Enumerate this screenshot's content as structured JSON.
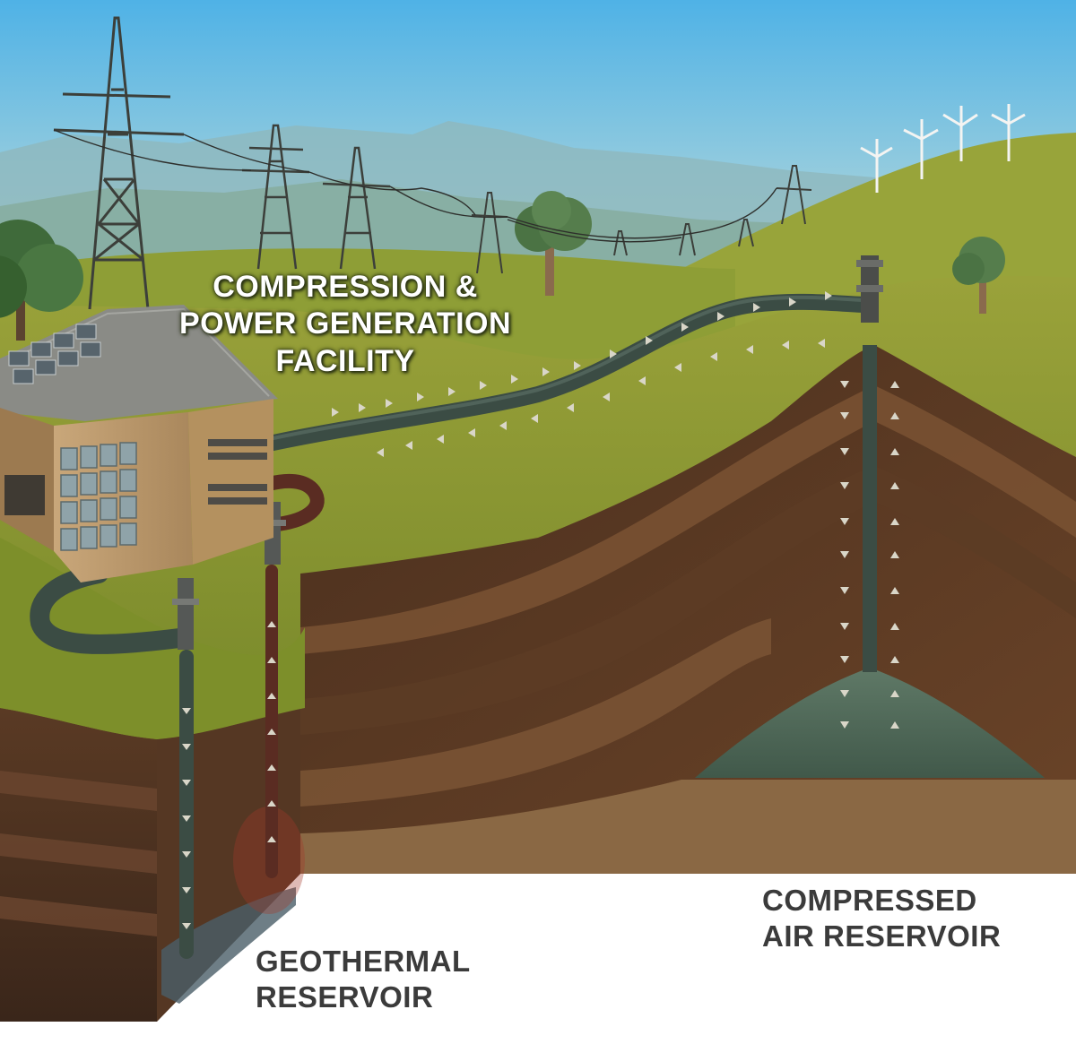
{
  "labels": {
    "facility": [
      "COMPRESSION &",
      "POWER GENERATION",
      "FACILITY"
    ],
    "geothermal": [
      "GEOTHERMAL",
      "RESERVOIR"
    ],
    "compressed_air": [
      "COMPRESSED",
      "AIR RESERVOIR"
    ]
  },
  "colors": {
    "sky_top": "#5bb6e6",
    "sky_bottom": "#b9d8d9",
    "grass": "#8c9a2c",
    "soil_dark": "#3e2a1c",
    "soil_mid": "#6a4a30",
    "pipe": "#3c4c44",
    "hot_pipe": "#5a2c22",
    "air_reservoir": "#4f6a5a"
  }
}
